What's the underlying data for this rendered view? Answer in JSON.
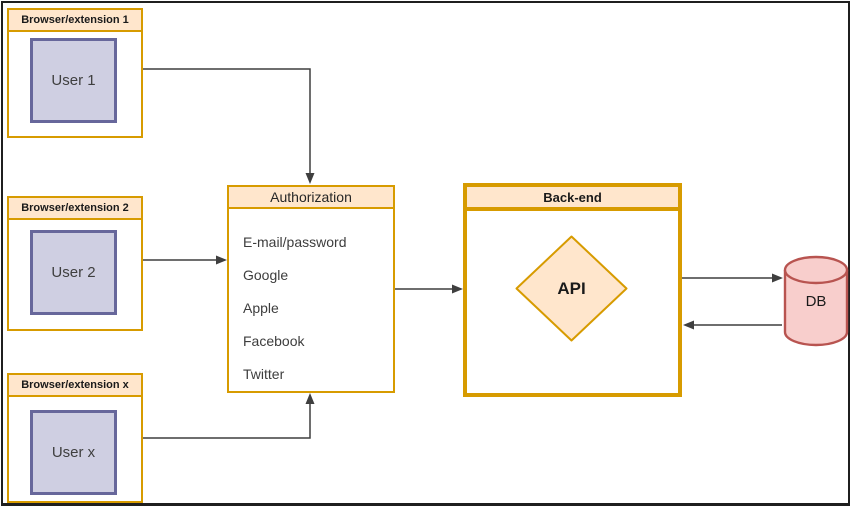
{
  "browser_boxes": [
    {
      "title": "Browser/extension 1",
      "user_label": "User 1"
    },
    {
      "title": "Browser/extension 2",
      "user_label": "User 2"
    },
    {
      "title": "Browser/extension x",
      "user_label": "User x"
    }
  ],
  "authorization": {
    "title": "Authorization",
    "methods": [
      "E-mail/password",
      "Google",
      "Apple",
      "Facebook",
      "Twitter"
    ]
  },
  "backend": {
    "title": "Back-end",
    "api_label": "API"
  },
  "database": {
    "label": "DB"
  },
  "colors": {
    "container_stroke": "#D79B00",
    "container_header_fill": "#FFE6CC",
    "user_fill": "#CFCFE2",
    "user_stroke": "#67679B",
    "db_fill": "#F8CECC",
    "db_stroke": "#B85450",
    "connector": "#3f3f3f"
  }
}
